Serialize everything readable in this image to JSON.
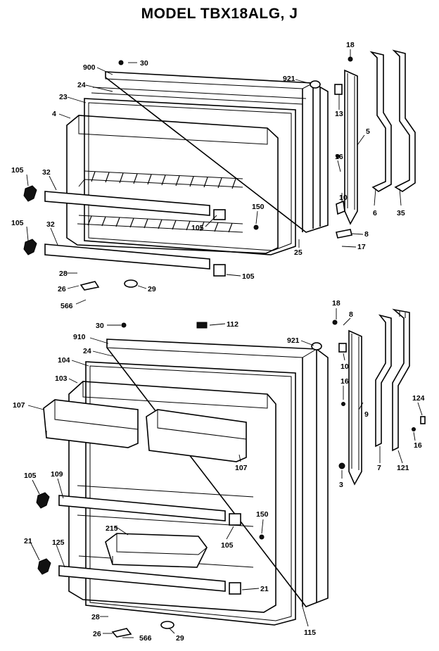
{
  "title": "MODEL TBX18ALG, J",
  "callouts": {
    "upper": [
      "30",
      "900",
      "921",
      "18",
      "24",
      "23",
      "4",
      "13",
      "5",
      "105",
      "32",
      "16",
      "6",
      "35",
      "10",
      "150",
      "105",
      "8",
      "105",
      "32",
      "17",
      "25",
      "28",
      "105",
      "26",
      "29",
      "566"
    ],
    "lower": [
      "30",
      "112",
      "18",
      "8",
      "910",
      "921",
      "24",
      "10",
      "104",
      "103",
      "16",
      "107",
      "9",
      "124",
      "16",
      "107",
      "7",
      "121",
      "3",
      "105",
      "109",
      "150",
      "215",
      "105",
      "21",
      "125",
      "21",
      "28",
      "115",
      "26",
      "566",
      "29"
    ]
  }
}
